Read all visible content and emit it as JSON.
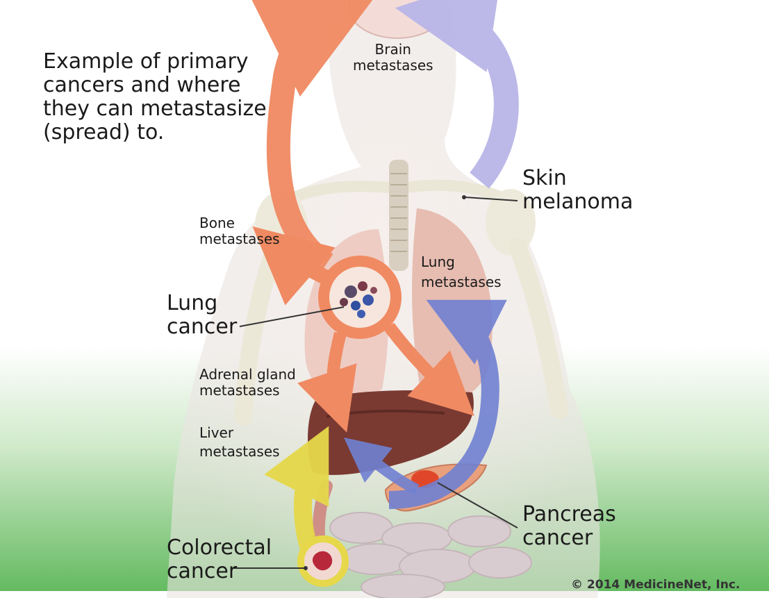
{
  "intro": [
    "Example of primary",
    "cancers and where",
    "they can metastasize",
    "(spread) to."
  ],
  "labels": {
    "brain": [
      "Brain",
      "metastases"
    ],
    "skin": [
      "Skin",
      "melanoma"
    ],
    "bone": [
      "Bone",
      "metastases"
    ],
    "lung_met": [
      "Lung",
      "metastases"
    ],
    "lung_cancer": [
      "Lung",
      "cancer"
    ],
    "adrenal": [
      "Adrenal gland",
      "metastases"
    ],
    "liver": [
      "Liver",
      "metastases"
    ],
    "pancreas": [
      "Pancreas",
      "cancer"
    ],
    "colorectal": [
      "Colorectal",
      "cancer"
    ]
  },
  "copyright": "© 2014 MedicineNet, Inc.",
  "colors": {
    "orange_arrow": "#f08a62",
    "purple_arrow": "#b7b4e6",
    "blue_arrow": "#6f7fd0",
    "yellow_arrow": "#e6d84a",
    "green_background": "#6cbf6a",
    "liver": "#7a3a32"
  }
}
